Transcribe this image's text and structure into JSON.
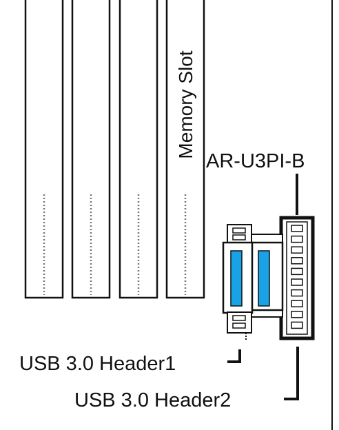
{
  "diagram": {
    "memory_slot_label": "Memory Slot",
    "card_label": "AR-U3PI-B",
    "header1_label": "USB 3.0 Header1",
    "header2_label": "USB 3.0 Header2"
  },
  "colors": {
    "line": "#111111",
    "background": "#ffffff",
    "usb_blue": "#1aa2e6",
    "dotted": "#777777"
  }
}
